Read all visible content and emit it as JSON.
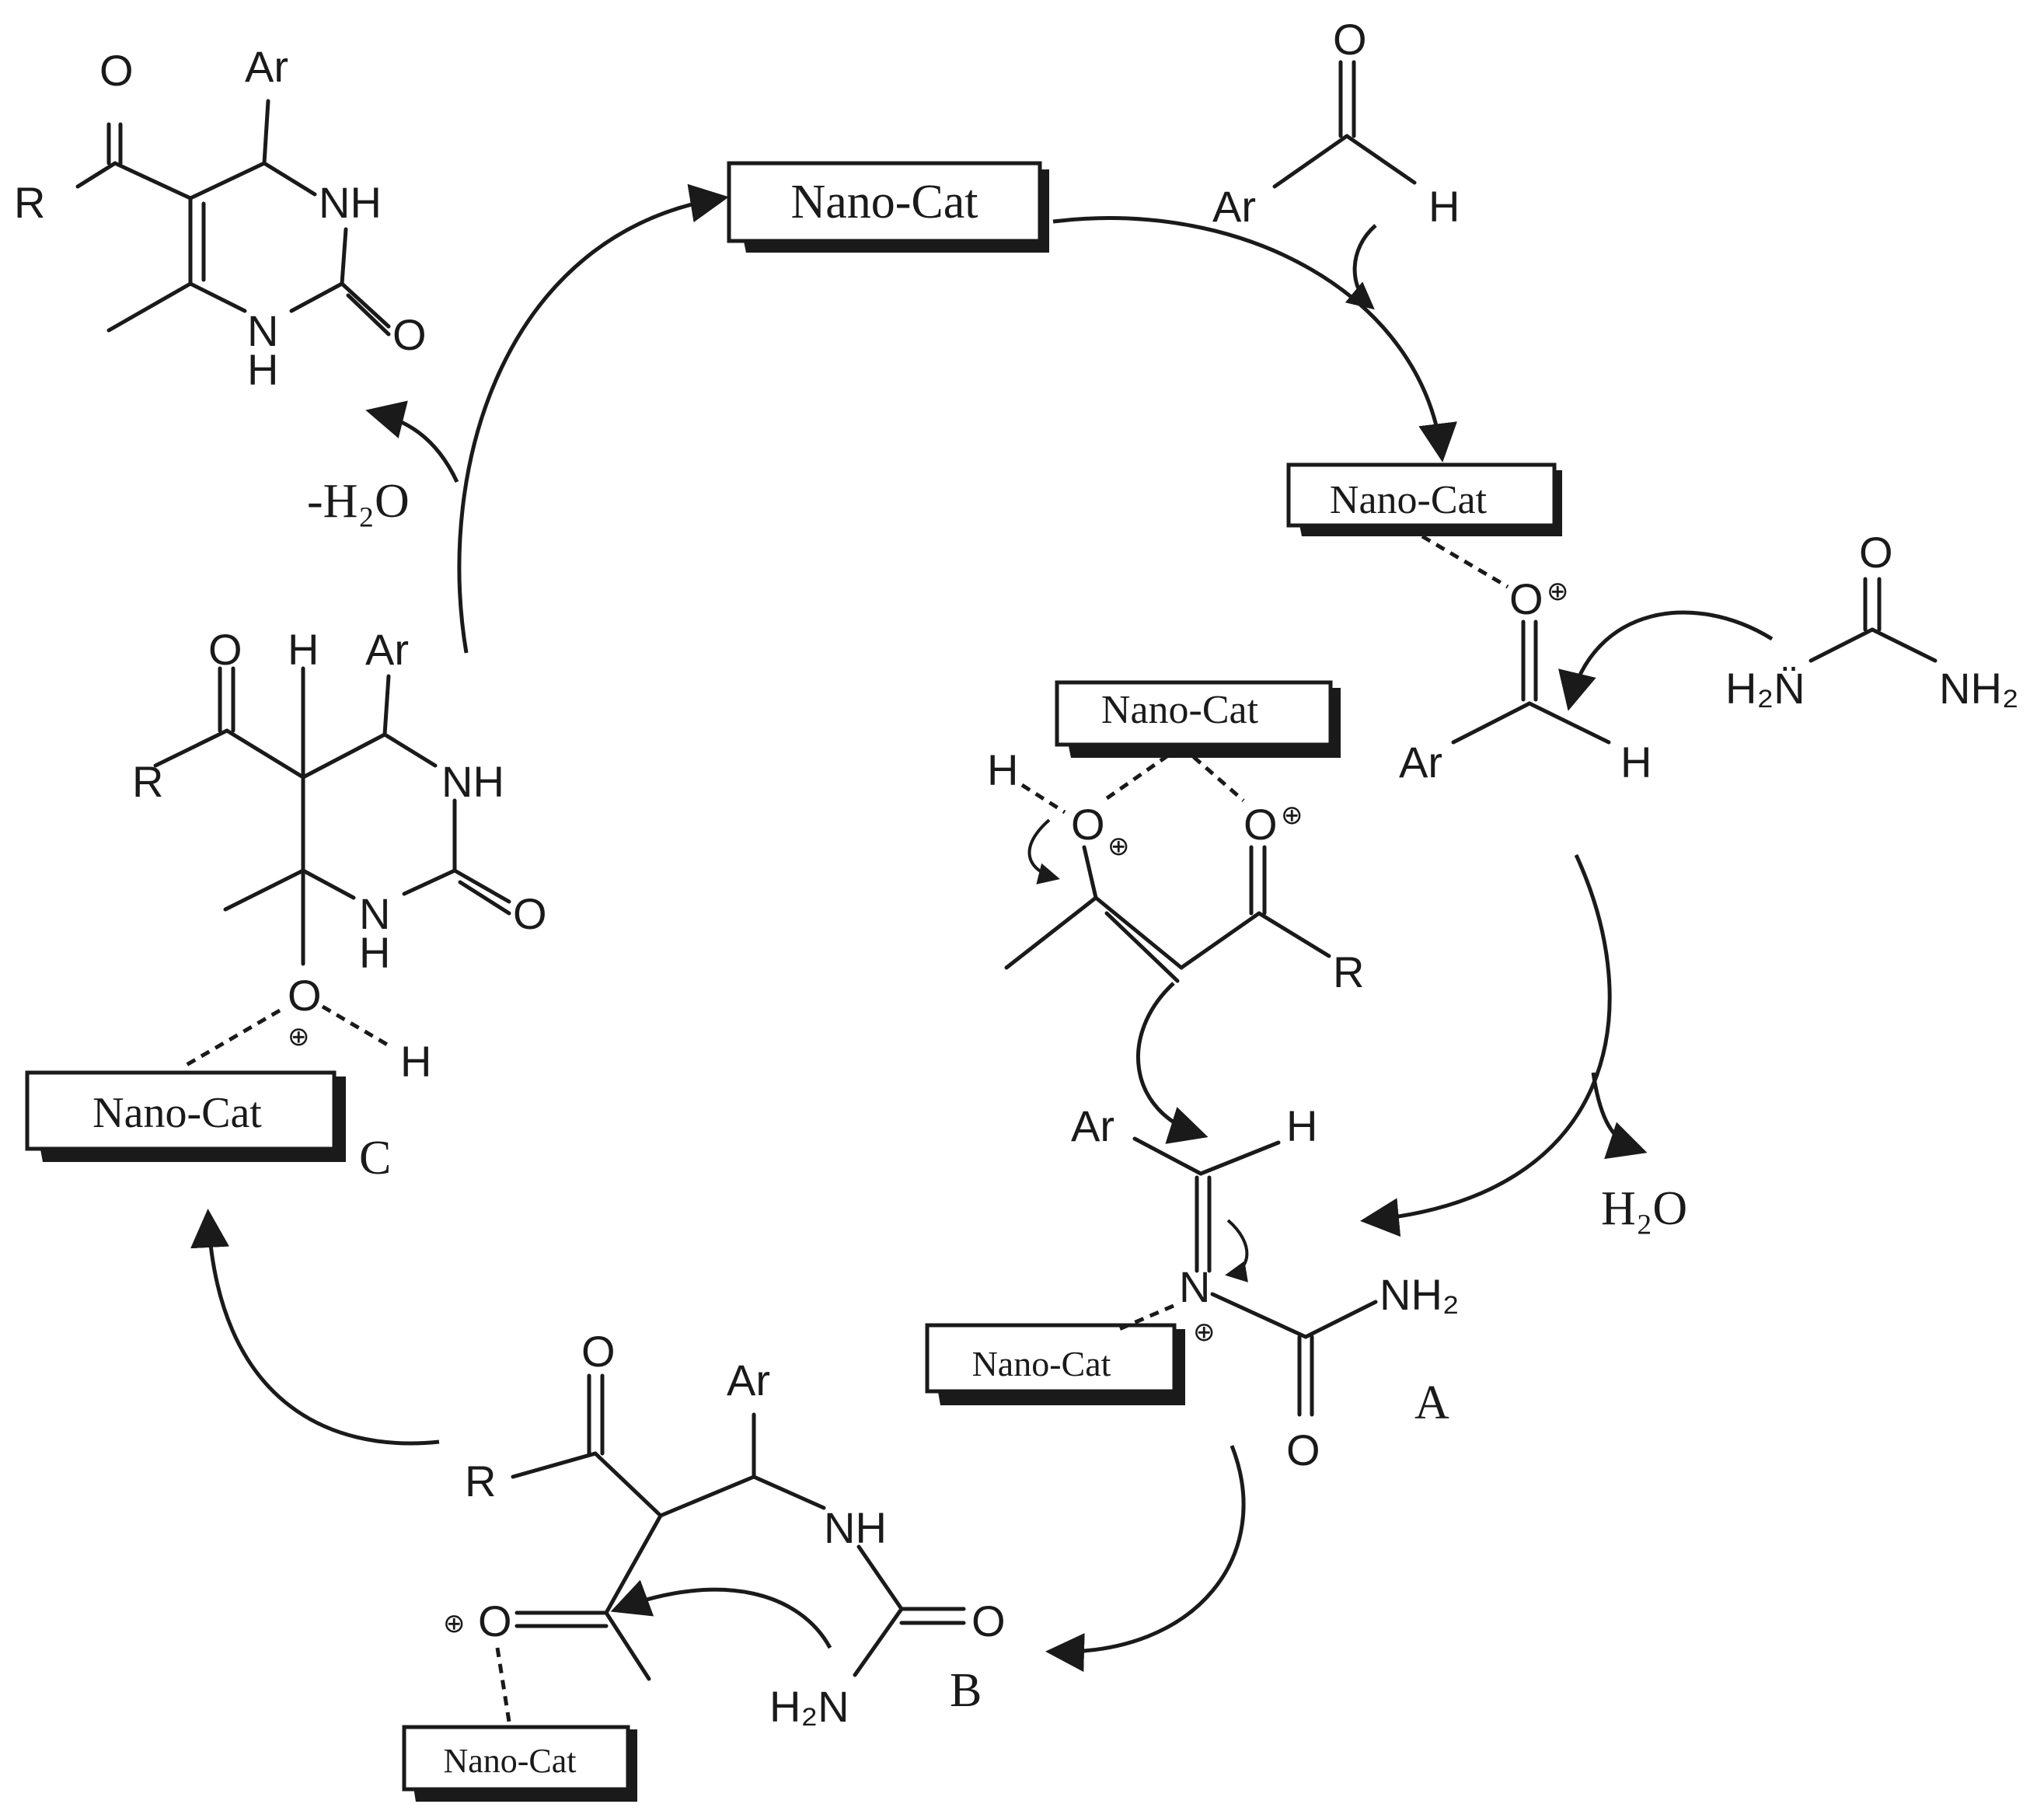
{
  "catalyst_label": "Nano-Cat",
  "atoms": {
    "ar": "Ar",
    "r": "R",
    "o": "O",
    "h": "H",
    "nh": "NH",
    "n": "N",
    "nh2": "NH₂",
    "h2n": "H₂N",
    "h2n_lone_pair": "H₂N̈"
  },
  "side_products": {
    "minus_water": "-H₂O",
    "water": "H₂O"
  },
  "intermediates": {
    "a": "A",
    "b": "B",
    "c": "C"
  },
  "charge_symbol": "⊕"
}
